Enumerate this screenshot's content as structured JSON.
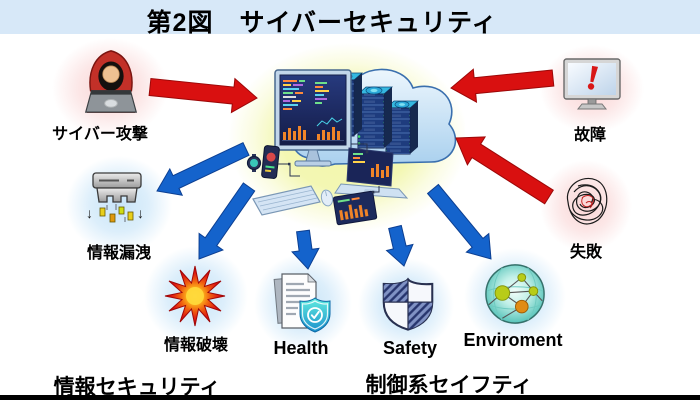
{
  "title": "第2図　サイバーセキュリティ",
  "colors": {
    "title_bg": "#d7e8f8",
    "threat_red": "#d91010",
    "threat_red_edge": "#9c0808",
    "impact_blue": "#1463cc",
    "impact_blue_edge": "#0c3f92"
  },
  "center": {
    "icon": "cloud-computing-illustration"
  },
  "threats": [
    {
      "label": "サイバー攻撃",
      "icon": "hacker-laptop-icon"
    },
    {
      "label": "故障",
      "icon": "error-monitor-icon"
    },
    {
      "label": "失敗",
      "icon": "scribble-tangle-icon"
    }
  ],
  "impacts": [
    {
      "label": "情報漏洩",
      "icon": "data-leak-icon"
    },
    {
      "label": "情報破壊",
      "icon": "explosion-burst-icon"
    },
    {
      "label": "Health",
      "icon": "document-shield-icon"
    },
    {
      "label": "Safety",
      "icon": "quartered-shield-icon"
    },
    {
      "label": "Enviroment",
      "icon": "globe-network-icon"
    }
  ],
  "categories": [
    {
      "label": "情報セキュリティ"
    },
    {
      "label": "制御系セイフティ"
    }
  ]
}
